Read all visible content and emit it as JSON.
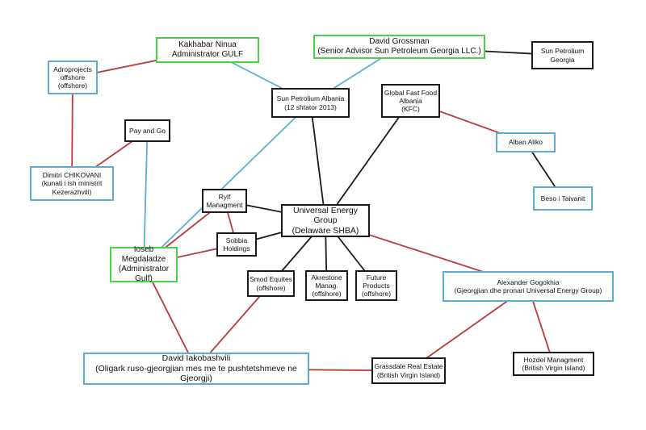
{
  "colors": {
    "red": "#b83a3a",
    "blue": "#5aaed3",
    "black": "#1a1a1a",
    "green": "#4cd24a"
  },
  "nodes": {
    "kakhabar": {
      "lines": [
        "Kakhabar Ninua",
        "Administrator GULF"
      ]
    },
    "grossman": {
      "lines": [
        "David Grossman",
        "(Senior Advisor Sun Petroleum Georgia LLC.)"
      ]
    },
    "sunGeorgia": {
      "lines": [
        "Sun Petrolium",
        "Georgia"
      ]
    },
    "adro": {
      "lines": [
        "Adroprojects",
        "offshore",
        "(offshore)"
      ]
    },
    "sunAlbania": {
      "lines": [
        "Sun Petrolium Albania",
        "(12 shtator 2013)"
      ]
    },
    "kfc": {
      "lines": [
        "Global Fast Food",
        "Albania",
        "(KFC)"
      ]
    },
    "payGo": {
      "lines": [
        "Pay and Go"
      ]
    },
    "albanAliko": {
      "lines": [
        "Alban Aliko"
      ]
    },
    "dimitri": {
      "lines": [
        "Dimitri CHIKOVANI",
        "(kunati i ish ministrit",
        "Kezerazhvili)"
      ]
    },
    "beso": {
      "lines": [
        "Beso i Taivanit"
      ]
    },
    "rylf": {
      "lines": [
        "Rylf",
        "Managment"
      ]
    },
    "ueg": {
      "lines": [
        "Universal Energy Group",
        "(Delaware SHBA)"
      ]
    },
    "sobbia": {
      "lines": [
        "Sobbia",
        "Holdings"
      ]
    },
    "ioseb": {
      "lines": [
        "Ioseb Megdaladze",
        "(Administrator Gulf)"
      ]
    },
    "smod": {
      "lines": [
        "Smod Equites",
        "(offshore)"
      ]
    },
    "akrestone": {
      "lines": [
        "Akrestone",
        "Manag.",
        "(offshore)"
      ]
    },
    "future": {
      "lines": [
        "Future",
        "Products",
        "(offshore)"
      ]
    },
    "gogokhia": {
      "lines": [
        "Alexander Gogokhia",
        "(Gjeorgjian dhe pronari Universal Energy Group)"
      ]
    },
    "iakobashvili": {
      "lines": [
        "David Iakobashvili",
        "(Oligark ruso-gjeorgjian mes me te pushtetshmeve ne Gjeorgji)"
      ]
    },
    "grassdale": {
      "lines": [
        "Grassdale Real Estate",
        "(British Virgin Island)"
      ]
    },
    "hozdel": {
      "lines": [
        "Hozdel Managment",
        "(British Virgin Island)"
      ]
    }
  },
  "edges": [
    {
      "from": "kakhabar",
      "to": "adro",
      "color": "red"
    },
    {
      "from": "adro",
      "to": "dimitri",
      "color": "red"
    },
    {
      "from": "payGo",
      "to": "dimitri",
      "color": "red"
    },
    {
      "from": "kakhabar",
      "to": "sunAlbania",
      "color": "blue"
    },
    {
      "from": "grossman",
      "to": "sunAlbania",
      "color": "blue"
    },
    {
      "from": "grossman",
      "to": "sunGeorgia",
      "color": "black"
    },
    {
      "from": "sunAlbania",
      "to": "ioseb",
      "color": "blue"
    },
    {
      "from": "payGo",
      "to": "ioseb",
      "color": "blue"
    },
    {
      "from": "sunAlbania",
      "to": "ueg",
      "color": "black"
    },
    {
      "from": "kfc",
      "to": "ueg",
      "color": "black"
    },
    {
      "from": "kfc",
      "to": "albanAliko",
      "color": "red"
    },
    {
      "from": "albanAliko",
      "to": "beso",
      "color": "black"
    },
    {
      "from": "rylf",
      "to": "ueg",
      "color": "black"
    },
    {
      "from": "sobbia",
      "to": "ueg",
      "color": "black"
    },
    {
      "from": "ueg",
      "to": "smod",
      "color": "black"
    },
    {
      "from": "ueg",
      "to": "akrestone",
      "color": "black"
    },
    {
      "from": "ueg",
      "to": "future",
      "color": "black"
    },
    {
      "from": "ueg",
      "to": "gogokhia",
      "color": "red"
    },
    {
      "from": "ioseb",
      "to": "rylf",
      "color": "red"
    },
    {
      "from": "ioseb",
      "to": "sobbia",
      "color": "red"
    },
    {
      "from": "rylf",
      "to": "sobbia",
      "color": "red"
    },
    {
      "from": "ioseb",
      "to": "iakobashvili",
      "color": "red"
    },
    {
      "from": "smod",
      "to": "iakobashvili",
      "color": "red"
    },
    {
      "from": "iakobashvili",
      "to": "grassdale",
      "color": "red"
    },
    {
      "from": "grassdale",
      "to": "gogokhia",
      "color": "red"
    },
    {
      "from": "gogokhia",
      "to": "hozdel",
      "color": "red"
    }
  ]
}
